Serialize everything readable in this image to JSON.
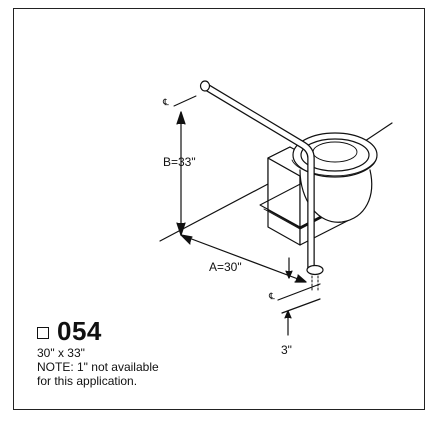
{
  "diagram": {
    "dim_b": "B=33\"",
    "dim_a": "A=30\"",
    "dim_offset": "3\"",
    "centerline_symbol": "℄"
  },
  "product": {
    "checkbox_icon": "empty-checkbox",
    "model": "054",
    "size": "30\" x 33\"",
    "note_line1": "NOTE: 1\" not available",
    "note_line2": "for this application."
  }
}
